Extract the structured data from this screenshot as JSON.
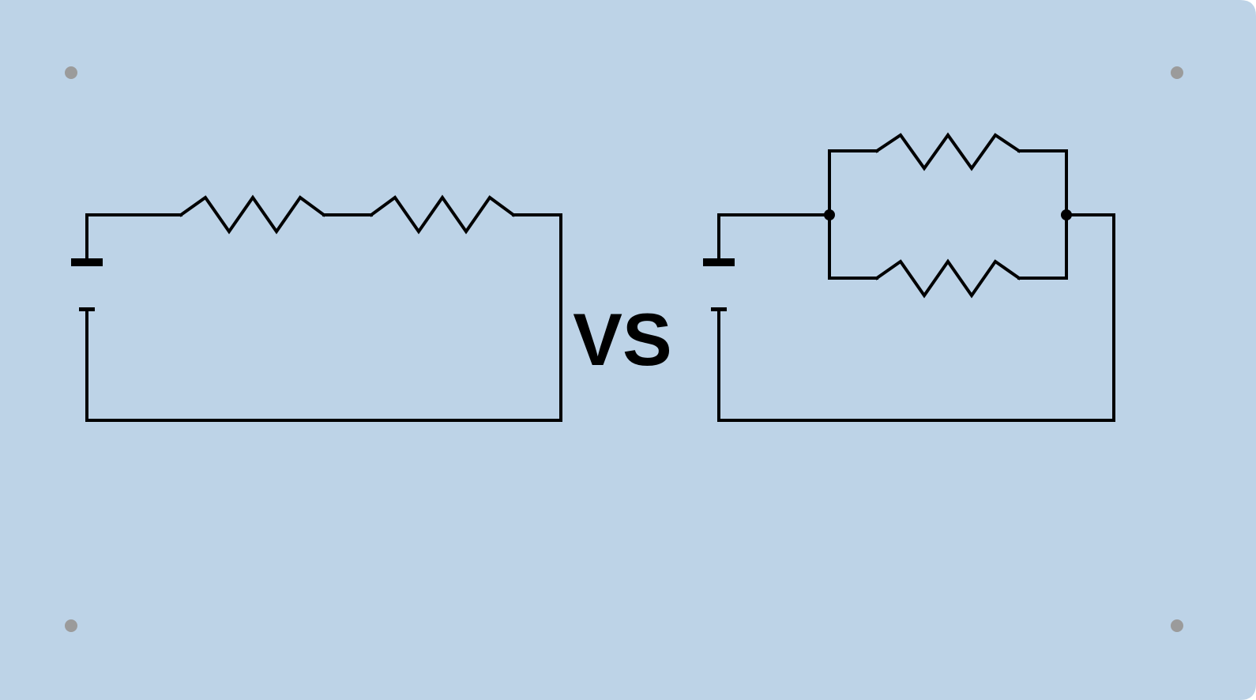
{
  "title": "",
  "comparison_label": "VS",
  "colors": {
    "background": "#bdd3e7",
    "ink": "#000000",
    "mounting_hole": "#9b9b9b"
  },
  "circuits": [
    {
      "id": "series-circuit",
      "resistors": 2,
      "arrangement": "series",
      "battery": 1
    },
    {
      "id": "parallel-circuit",
      "resistors": 2,
      "arrangement": "parallel",
      "battery": 1,
      "junctions": 2
    }
  ],
  "mounting_holes": 4
}
